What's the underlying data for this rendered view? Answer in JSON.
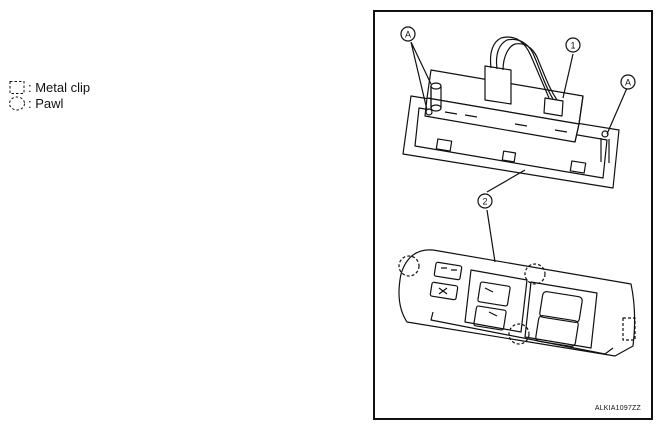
{
  "legend": {
    "metal_clip_label": ": Metal clip",
    "pawl_label": ": Pawl"
  },
  "figure": {
    "callouts": {
      "a_top_left": "A",
      "a_right": "A",
      "one": "1",
      "two": "2"
    },
    "figure_id": "ALKIA1097ZZ"
  },
  "icons": {
    "metal_clip_symbol": "dashed-square",
    "pawl_symbol": "dashed-circle"
  }
}
